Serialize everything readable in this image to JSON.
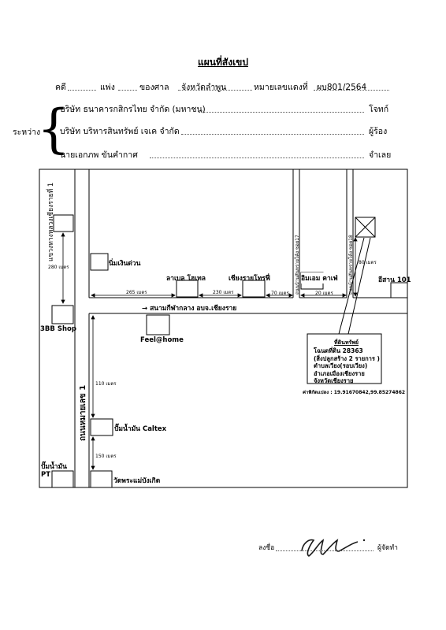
{
  "title": "แผนที่สังเขป",
  "case": {
    "prefix": "คดี",
    "type": "แพ่ง",
    "court_label": "ของศาล",
    "court": "จังหวัดลำพูน",
    "black_no_label": "หมายเลขแดงที่",
    "black_no": "ผบ801/2564"
  },
  "between_label": "ระหว่าง",
  "parties": [
    {
      "name": "บริษัท ธนาคารกสิกรไทย จำกัด (มหาชน)",
      "role": "โจทก์"
    },
    {
      "name": "บริษัท บริหารสินทรัพย์ เจเค จำกัด",
      "role": "ผู้ร้อง"
    },
    {
      "name": "นายเอกภพ ขันคำกาศ",
      "role": "จำเลย"
    }
  ],
  "map": {
    "roads": {
      "left_alley": "แขวงทางหลวงเชียงรายที่ 1",
      "main_road": "ถนนหมายเลข 1",
      "soi17": "ถนนบ้านสันทรายโค้ง ซอย17",
      "soi18": "ถนนบ้านสันทรายโค้ง ซอย18",
      "park_label": "→ สนามกีฬากลาง อบจ.เชียงราย"
    },
    "places": {
      "noodle": "นิ่มเงินด่วน",
      "hotel": "ลาเบล โฮเทล",
      "phone": "เชียงรายโทรฟี่",
      "cafe": "อิมเอม คาเฟ่",
      "isan": "อีสาน 101",
      "bbb": "3BB Shop",
      "feel": "Feel@home",
      "caltex": "ปั๊มน้ำมัน Caltex",
      "pt_line1": "ปั๊มน้ำมัน",
      "pt_line2": "PT",
      "temple": "วัดพระแม่บังเกิด"
    },
    "distances": {
      "d280": "280 เมตร",
      "d265": "265 เมตร",
      "d230": "230 เมตร",
      "d70": "70 เมตร",
      "d20": "20 เมตร",
      "d80": "80 เมตร",
      "d110": "110 เมตร",
      "d150": "150 เมตร"
    },
    "property": {
      "title": "ที่ดินทรัพย์",
      "lines": [
        "โฉนดที่ดิน 28363",
        "(สิ่งปลูกสร้าง 2 รายการ )",
        "ตำบลเวียง(รอบเวียง)",
        "อำเภอเมืองเชียงราย",
        "จังหวัดเชียงราย"
      ],
      "coords": "ค่าพิกัดแปลง : 19.91670842,99.85274862"
    }
  },
  "signature": {
    "sign_label": "ลงชื่อ",
    "maker_label": "ผู้จัดทำ"
  }
}
